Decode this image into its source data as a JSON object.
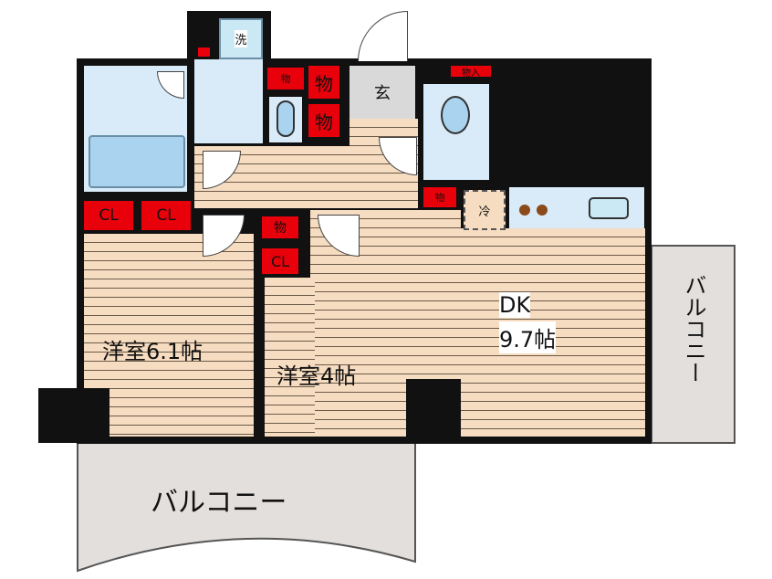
{
  "rooms": {
    "western_room_1": "洋室6.1帖",
    "western_room_2": "洋室4帖",
    "dk_line1": "DK",
    "dk_line2": "9.7帖",
    "entrance": "玄",
    "washer": "洗",
    "fridge": "冷",
    "balcony_bottom": "バルコニー",
    "balcony_right": "バルコニー"
  },
  "storage": {
    "closet": "CL",
    "storage": "物",
    "storage_in": "物入"
  },
  "colors": {
    "wall": "#111111",
    "storage": "#e8000b",
    "floor": "#f6dcc0",
    "wet_area": "#d9ebf8",
    "balcony": "#e2dfdc",
    "entrance": "#d9d9d9"
  }
}
